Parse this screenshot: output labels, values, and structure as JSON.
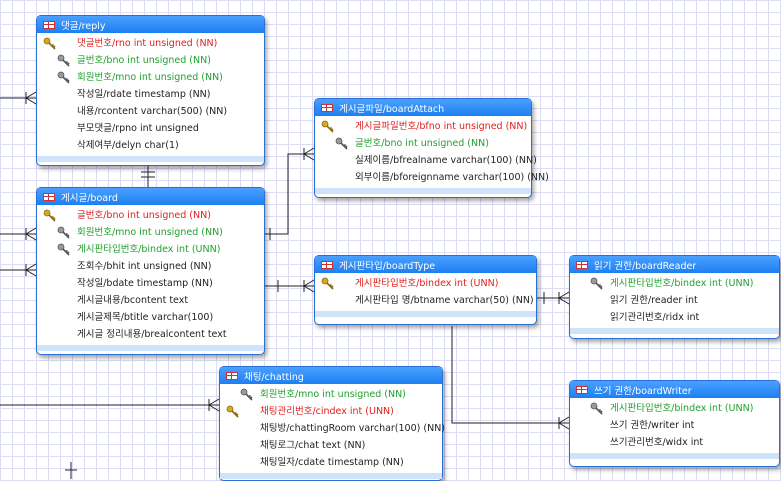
{
  "diagram": {
    "tables": [
      {
        "id": "reply",
        "title": "댓글/reply",
        "columns": [
          {
            "text": "댓글번호/rno int unsigned (NN)",
            "kind": "pk"
          },
          {
            "text": "글번호/bno int unsigned (NN)",
            "kind": "fk"
          },
          {
            "text": "회원번호/mno int unsigned (NN)",
            "kind": "fk"
          },
          {
            "text": "작성일/rdate timestamp (NN)",
            "kind": "plain"
          },
          {
            "text": "내용/rcontent varchar(500) (NN)",
            "kind": "plain"
          },
          {
            "text": "부모댓글/rpno int unsigned",
            "kind": "plain"
          },
          {
            "text": "삭제여부/delyn char(1)",
            "kind": "plain"
          }
        ]
      },
      {
        "id": "board",
        "title": "게시글/board",
        "columns": [
          {
            "text": "글번호/bno int unsigned (NN)",
            "kind": "pk"
          },
          {
            "text": "회원번호/mno int unsigned (NN)",
            "kind": "fk"
          },
          {
            "text": "게시판타입번호/bindex int (UNN)",
            "kind": "fk"
          },
          {
            "text": "조회수/bhit int unsigned (NN)",
            "kind": "plain"
          },
          {
            "text": "작성일/bdate timestamp (NN)",
            "kind": "plain"
          },
          {
            "text": "게시글내용/bcontent text",
            "kind": "plain"
          },
          {
            "text": "게시글제목/btitle varchar(100)",
            "kind": "plain"
          },
          {
            "text": "게시글 정리내용/brealcontent text",
            "kind": "plain"
          }
        ]
      },
      {
        "id": "boardAttach",
        "title": "게시글파일/boardAttach",
        "columns": [
          {
            "text": "게시글파일번호/bfno int unsigned (NN)",
            "kind": "pk"
          },
          {
            "text": "글번호/bno int unsigned (NN)",
            "kind": "fk"
          },
          {
            "text": "실제이름/bfrealname varchar(100) (NN)",
            "kind": "plain"
          },
          {
            "text": "외부이름/bforeignname varchar(100) (NN)",
            "kind": "plain"
          }
        ]
      },
      {
        "id": "boardType",
        "title": "게시판타입/boardType",
        "columns": [
          {
            "text": "게시판타입번호/bindex int (UNN)",
            "kind": "pk"
          },
          {
            "text": "게시판타입 명/btname varchar(50) (NN)",
            "kind": "plain"
          }
        ]
      },
      {
        "id": "boardReader",
        "title": "읽기 권한/boardReader",
        "columns": [
          {
            "text": "게시판타입번호/bindex int (UNN)",
            "kind": "fk"
          },
          {
            "text": "읽기 권한/reader int",
            "kind": "plain"
          },
          {
            "text": "읽기관리번호/ridx int",
            "kind": "plain"
          }
        ]
      },
      {
        "id": "chatting",
        "title": "채팅/chatting",
        "columns": [
          {
            "text": "회원번호/mno int unsigned (NN)",
            "kind": "fk"
          },
          {
            "text": "채팅관리번호/cindex int (UNN)",
            "kind": "pk"
          },
          {
            "text": "채팅방/chattingRoom varchar(100) (NN)",
            "kind": "plain"
          },
          {
            "text": "채팅로그/chat text (NN)",
            "kind": "plain"
          },
          {
            "text": "채팅일자/cdate timestamp (NN)",
            "kind": "plain"
          }
        ]
      },
      {
        "id": "boardWriter",
        "title": "쓰기 권한/boardWriter",
        "columns": [
          {
            "text": "게시판타입번호/bindex int (UNN)",
            "kind": "fk"
          },
          {
            "text": "쓰기 권한/writer int",
            "kind": "plain"
          },
          {
            "text": "쓰기관리번호/widx int",
            "kind": "plain"
          }
        ]
      }
    ],
    "colors": {
      "header": "#1d7ff0",
      "primary_key_text": "#e02020",
      "foreign_key_text": "#22a030",
      "grid": "#dcdcf4"
    },
    "icons": {
      "table_header": "table-icon",
      "primary_key": "gold-key-icon",
      "foreign_key": "gray-key-icon"
    }
  }
}
